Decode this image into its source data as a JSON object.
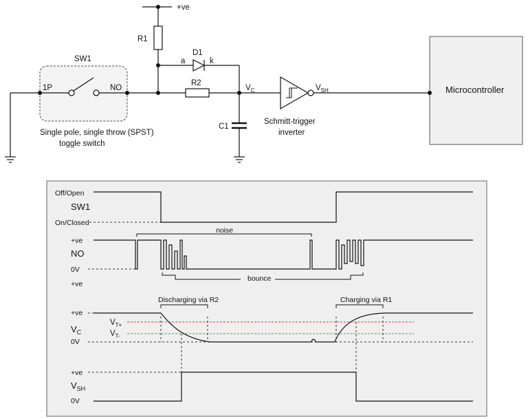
{
  "schematic": {
    "supply_label": "+ve",
    "r1_label": "R1",
    "d1_label": "D1",
    "anode_label": "a",
    "cathode_label": "k",
    "r2_label": "R2",
    "c1_label": "C1",
    "vc_main": "V",
    "vc_sub": "C",
    "vsh_main": "V",
    "vsh_sub": "SH",
    "switch_name": "SW1",
    "pin_1p": "1P",
    "pin_no": "NO",
    "switch_desc_line1": "Single pole, single throw (SPST)",
    "switch_desc_line2": "toggle switch",
    "inverter_line1": "Schmitt-trigger",
    "inverter_line2": "inverter",
    "mcu_label": "Microcontroller"
  },
  "timing": {
    "sw1_high": "Off/Open",
    "sw1_name": "SW1",
    "sw1_low": "On/Closed",
    "no_high": "+ve",
    "no_name": "NO",
    "no_low": "0V",
    "spare_ve": "+ve",
    "noise_label": "noise",
    "bounce_label": "bounce",
    "vc_high": "+ve",
    "vc_main": "V",
    "vc_sub": "C",
    "vc_low": "0V",
    "vt_plus_main": "V",
    "vt_plus_sub": "T+",
    "vt_minus_main": "V",
    "vt_minus_sub": "T-",
    "discharge_label": "Discharging via R2",
    "charge_label": "Charging via R1",
    "vsh_high": "+ve",
    "vsh_main": "V",
    "vsh_sub": "SH",
    "vsh_low": "0V"
  },
  "colors": {
    "vt_plus_line": "#e53935",
    "vt_minus_line": "#43a047",
    "panel_bg": "#efefef"
  }
}
